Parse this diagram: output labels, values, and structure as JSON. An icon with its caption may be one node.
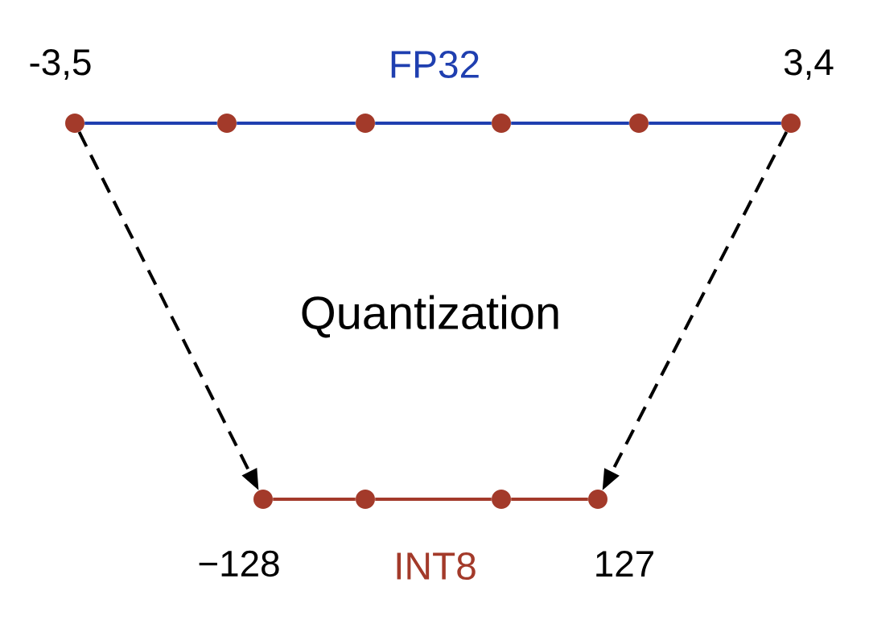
{
  "diagram": {
    "nodes": [
      {
        "text": [],
        "shape": "circle",
        "beside": [
          "-3,5"
        ]
      },
      {
        "text": [],
        "shape": "circle"
      },
      {
        "text": [],
        "shape": "circle"
      },
      {
        "text": [],
        "shape": "circle"
      },
      {
        "text": [],
        "shape": "circle"
      },
      {
        "text": [],
        "shape": "circle",
        "beside": [
          "3,4"
        ]
      },
      {
        "text": [],
        "shape": "circle",
        "beside": [
          "−128"
        ]
      },
      {
        "text": [],
        "shape": "circle"
      },
      {
        "text": [],
        "shape": "circle"
      },
      {
        "text": [],
        "shape": "circle",
        "beside": [
          "127"
        ]
      }
    ],
    "edges": [
      {
        "from": 0,
        "to": 1,
        "arrow": "none",
        "color": "#1f3fb0"
      },
      {
        "from": 1,
        "to": 2,
        "arrow": "none",
        "color": "#1f3fb0"
      },
      {
        "from": 2,
        "to": 3,
        "arrow": "none",
        "color": "#1f3fb0"
      },
      {
        "from": 3,
        "to": 4,
        "arrow": "none",
        "color": "#1f3fb0"
      },
      {
        "from": 4,
        "to": 5,
        "arrow": "none",
        "color": "#1f3fb0"
      },
      {
        "from": 6,
        "to": 7,
        "arrow": "none",
        "color": "#a33a2a"
      },
      {
        "from": 7,
        "to": 8,
        "arrow": "none",
        "color": "#a33a2a"
      },
      {
        "from": 8,
        "to": 9,
        "arrow": "none",
        "color": "#a33a2a"
      },
      {
        "from": 0,
        "to": 6,
        "arrow": "to",
        "style": "dashed",
        "color": "#000000"
      },
      {
        "from": 5,
        "to": 9,
        "arrow": "to",
        "style": "dashed",
        "color": "#000000"
      }
    ],
    "labels": [
      "FP32",
      "Quantization",
      "INT8"
    ]
  }
}
